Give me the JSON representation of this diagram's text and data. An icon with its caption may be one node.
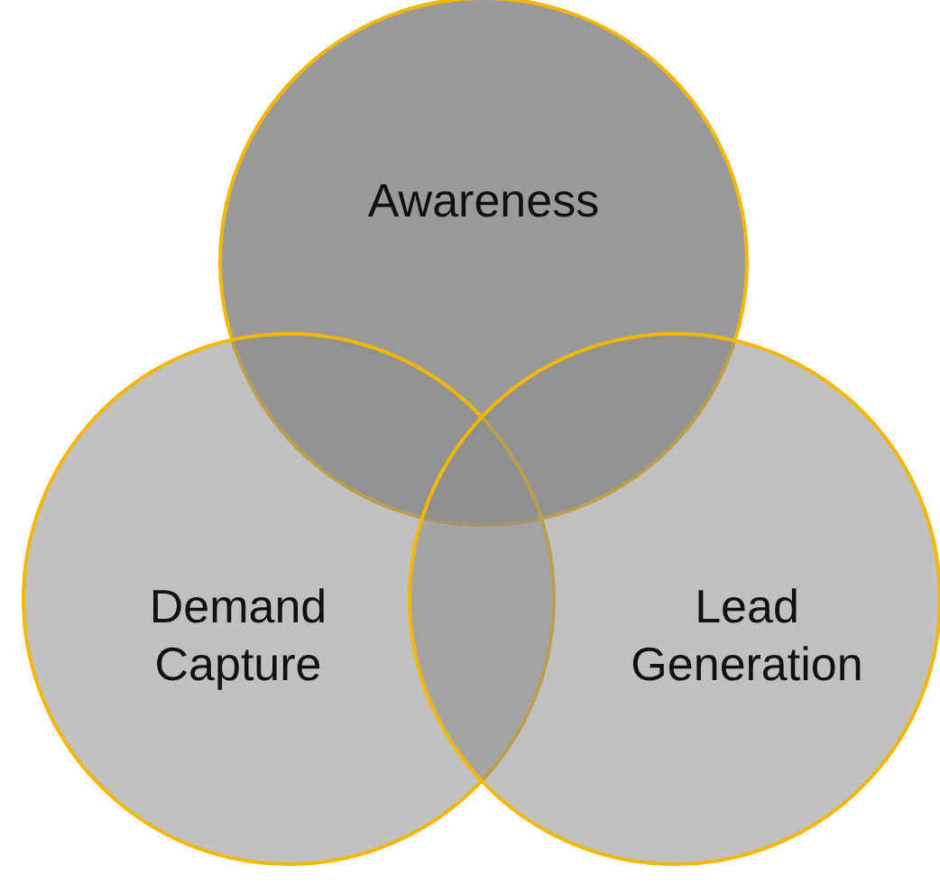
{
  "diagram": {
    "nodes": [
      {
        "text": [
          "Awareness"
        ]
      },
      {
        "text": [
          "Demand Capture"
        ]
      },
      {
        "text": [
          "Lead Generation"
        ]
      }
    ]
  }
}
